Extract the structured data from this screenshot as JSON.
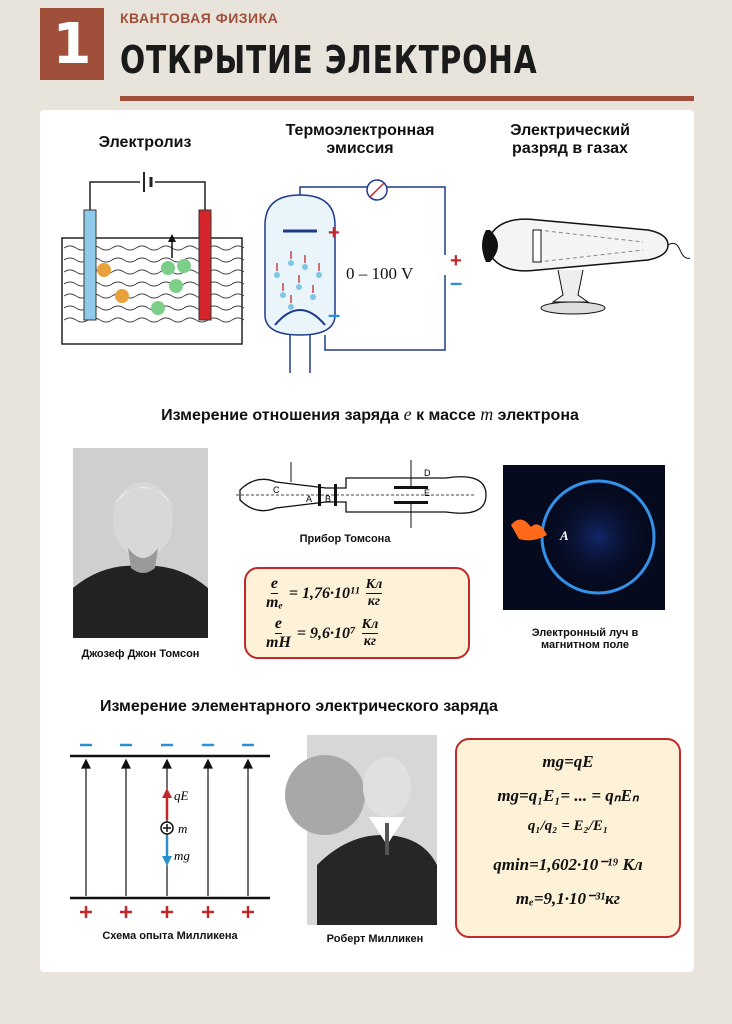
{
  "header": {
    "number": "1",
    "section": "КВАНТОВАЯ ФИЗИКА",
    "title": "ОТКРЫТИЕ ЭЛЕКТРОНА"
  },
  "top": {
    "electrolysis": {
      "label": "Электролиз"
    },
    "thermo": {
      "label1": "Термоэлектронная",
      "label2": "эмиссия",
      "voltage": "0 – 100 V",
      "plus": "+",
      "minus": "–"
    },
    "discharge": {
      "label1": "Электрический",
      "label2": "разряд в газах"
    }
  },
  "thomson": {
    "heading_pre": "Измерение отношения заряда ",
    "heading_e": "e",
    "heading_mid": " к массе ",
    "heading_m": "m",
    "heading_post": " электрона",
    "portrait_caption": "Джозеф Джон Томсон",
    "device_caption": "Прибор Томсона",
    "device_letters": [
      "C",
      "A",
      "B",
      "D",
      "E"
    ],
    "beam_caption1": "Электронный луч в",
    "beam_caption2": "магнитном поле",
    "beam_letter": "A",
    "formula1": {
      "num": "e",
      "den": "mₑ",
      "rhs": "= 1,76·10¹¹",
      "unit_num": "Кл",
      "unit_den": "кг"
    },
    "formula2": {
      "num": "e",
      "den": "mH",
      "rhs": "= 9,6·10⁷",
      "unit_num": "Кл",
      "unit_den": "кг"
    }
  },
  "millikan": {
    "heading": "Измерение элементарного электрического заряда",
    "scheme_caption": "Схема опыта Милликена",
    "portrait_caption": "Роберт Милликен",
    "labels": {
      "qE": "qE",
      "m": "m",
      "mg": "mg"
    },
    "formulas": [
      "mg=qE",
      "mg=q₁E₁= ... = qₙEₙ",
      "q₁/q₂ = E₂/E₁",
      "qmin=1,602·10⁻¹⁹ Кл",
      "mₑ=9,1·10⁻³¹кг"
    ]
  }
}
